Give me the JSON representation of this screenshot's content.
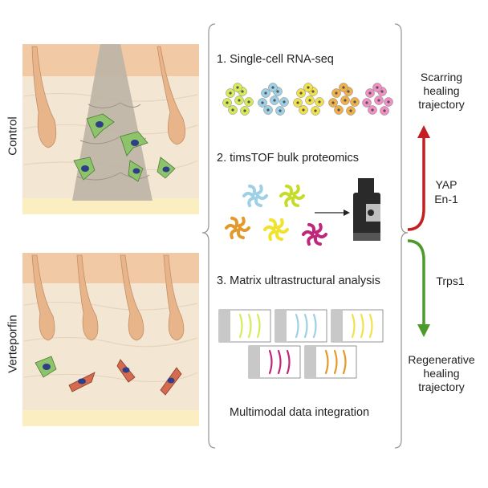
{
  "left_panels": {
    "control_label": "Control",
    "verteporfin_label": "Verteporfin"
  },
  "steps": {
    "step1": "1. Single-cell RNA-seq",
    "step2": "2. timsTOF bulk proteomics",
    "step3": "3. Matrix ultrastructural analysis",
    "integration": "Multimodal data integration"
  },
  "right": {
    "scarring": [
      "Scarring",
      "healing",
      "trajectory"
    ],
    "yap": "YAP",
    "en1": "En-1",
    "trps1": "Trps1",
    "regenerative": [
      "Regenerative",
      "healing",
      "trajectory"
    ]
  },
  "colors": {
    "skin_top": "#f1c9a5",
    "dermis": "#f3e6d3",
    "fat": "#fbeec0",
    "scar": "#bdb4a6",
    "fibroblast_green": "#8dc46b",
    "fibroblast_red": "#d46a4e",
    "nucleus": "#2e3f86",
    "hair": "#e8b48a",
    "arrow_red": "#c41e1e",
    "arrow_green": "#4c9a2a",
    "cluster_colors": [
      "#d7ea5a",
      "#9ed0e6",
      "#f2e24a",
      "#f0b04a",
      "#ef8fc3"
    ],
    "protein_colors": [
      "#9ed0e6",
      "#c6dc2a",
      "#e39a2a",
      "#f1e22a",
      "#c0267a"
    ]
  }
}
